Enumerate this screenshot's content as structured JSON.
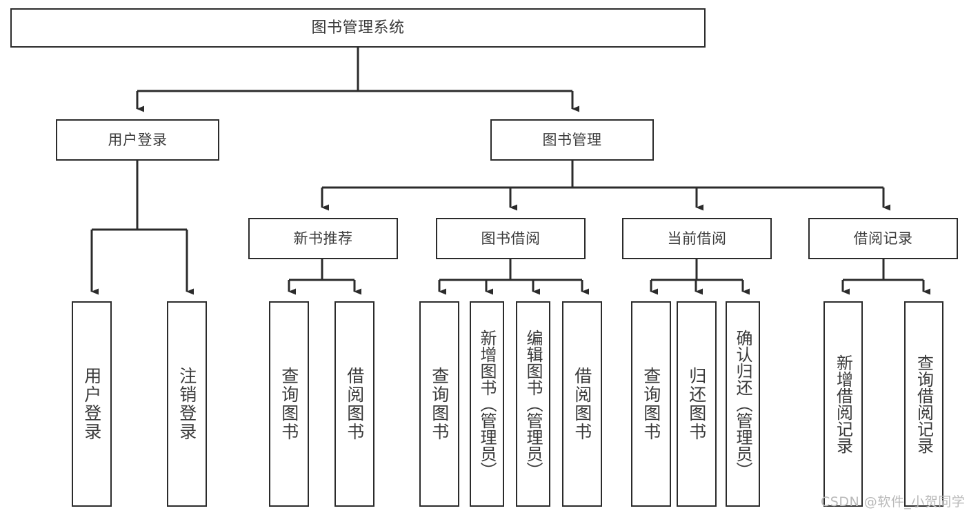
{
  "diagram": {
    "type": "hierarchy-tree",
    "title": "图书管理系统",
    "orientation": "top-down",
    "levels": 4,
    "nodes": {
      "root": {
        "label": "图书管理系统"
      },
      "level2": [
        {
          "id": "user-login",
          "label": "用户登录"
        },
        {
          "id": "book-manage",
          "label": "图书管理"
        }
      ],
      "level3": [
        {
          "id": "new-book-rec",
          "label": "新书推荐"
        },
        {
          "id": "book-borrow",
          "label": "图书借阅"
        },
        {
          "id": "current-borrow",
          "label": "当前借阅"
        },
        {
          "id": "borrow-record",
          "label": "借阅记录"
        }
      ],
      "leaves": {
        "user-login": [
          {
            "id": "leaf-user-login",
            "label": "用户登录"
          },
          {
            "id": "leaf-logout",
            "label": "注销登录"
          }
        ],
        "new-book-rec": [
          {
            "id": "leaf-query-book-1",
            "label": "查询图书"
          },
          {
            "id": "leaf-borrow-book-1",
            "label": "借阅图书"
          }
        ],
        "book-borrow": [
          {
            "id": "leaf-query-book-2",
            "label": "查询图书"
          },
          {
            "id": "leaf-add-book",
            "label": "新增图书（管理员）"
          },
          {
            "id": "leaf-edit-book",
            "label": "编辑图书（管理员）"
          },
          {
            "id": "leaf-borrow-book-2",
            "label": "借阅图书"
          }
        ],
        "current-borrow": [
          {
            "id": "leaf-query-book-3",
            "label": "查询图书"
          },
          {
            "id": "leaf-return-book",
            "label": "归还图书"
          },
          {
            "id": "leaf-confirm-return",
            "label": "确认归还（管理员）"
          }
        ],
        "borrow-record": [
          {
            "id": "leaf-add-record",
            "label": "新增借阅记录"
          },
          {
            "id": "leaf-query-record",
            "label": "查询借阅记录"
          }
        ]
      }
    },
    "colors": {
      "border": "#2b2b2b",
      "text": "#3a3a3a",
      "background": "#ffffff",
      "edge": "#2b2b2b",
      "watermark": "#b9b9b9"
    }
  },
  "watermark": {
    "text": "CSDN @软件_小贺同学"
  }
}
